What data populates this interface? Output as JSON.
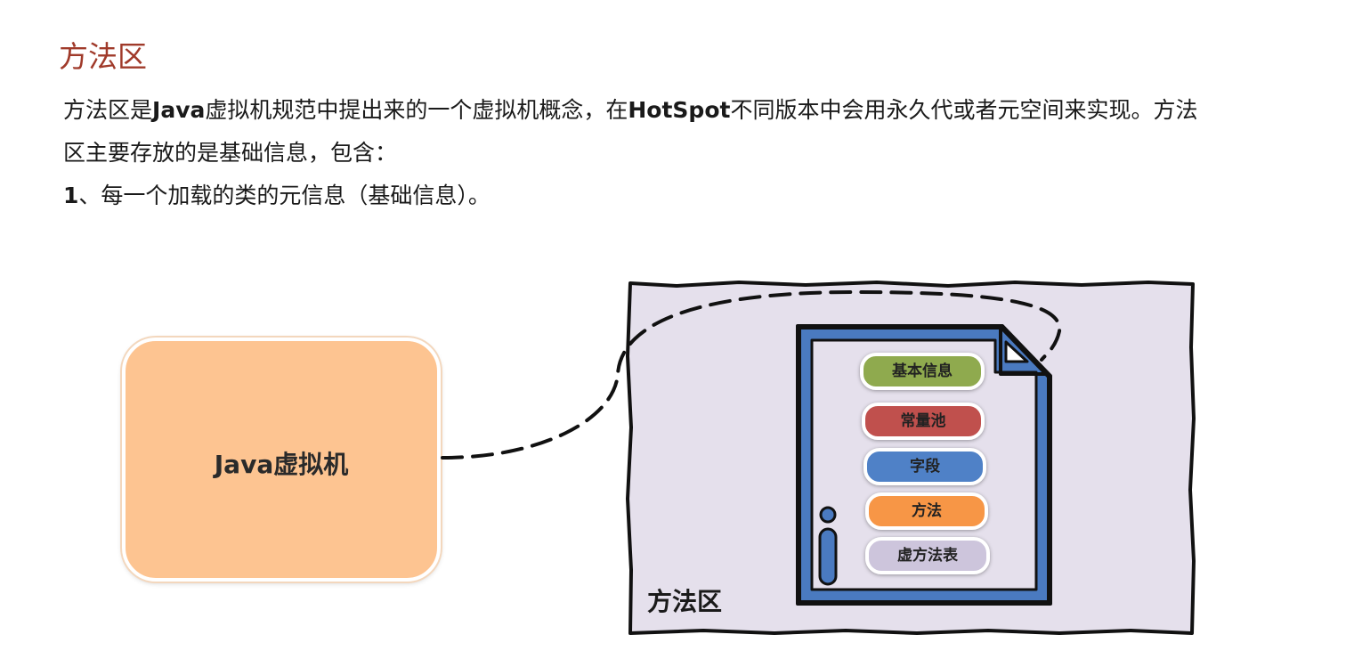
{
  "heading": "方法区",
  "paragraph": {
    "line1": {
      "part1": "方法区是",
      "part2": "Java",
      "part3": "虚拟机规范中提出来的一个虚拟机概念，在",
      "part4": "HotSpot",
      "part5": "不同版本中会用永久代或者元空间来实现。方法"
    },
    "line2": "区主要存放的是基础信息，包含：",
    "line3": {
      "num": "1",
      "text": "、每一个加载的类的元信息（基础信息）。"
    }
  },
  "diagram": {
    "jvm_label": "Java虚拟机",
    "method_area_label": "方法区",
    "class_file_icon": "file-info-icon",
    "items": [
      {
        "label": "基本信息",
        "color": "#8faa4e"
      },
      {
        "label": "常量池",
        "color": "#c0504d"
      },
      {
        "label": "字段",
        "color": "#4f81c7"
      },
      {
        "label": "方法",
        "color": "#f79646"
      },
      {
        "label": "虚方法表",
        "color": "#cdc5dc"
      }
    ],
    "colors": {
      "jvm_box": "#fdc491",
      "method_area_bg": "#e5e0ec",
      "file_border": "#4a7ac0",
      "heading": "#a03a2a"
    }
  }
}
